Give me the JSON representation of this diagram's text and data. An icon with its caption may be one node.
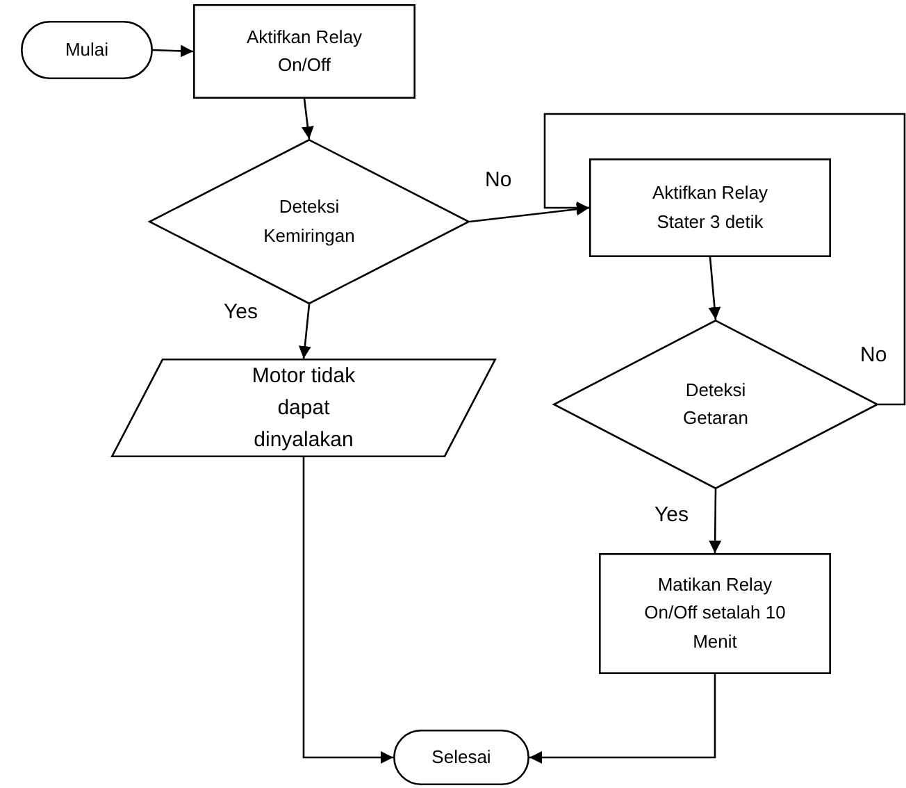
{
  "diagram": {
    "nodes": [
      {
        "text": [
          "Mulai"
        ]
      },
      {
        "text": [
          "Aktifkan Relay On/Off"
        ]
      },
      {
        "text": [
          "Deteksi Kemiringan"
        ]
      },
      {
        "text": [
          "Aktifkan Relay Stater 3 detik"
        ]
      },
      {
        "text": [
          "Deteksi Getaran"
        ]
      },
      {
        "text": [
          "Motor tidak dapat dinyalakan"
        ]
      },
      {
        "text": [
          "Matikan Relay On/Off setalah 10 Menit"
        ]
      },
      {
        "text": [
          "Selesai"
        ]
      }
    ],
    "edges": [
      {
        "from": 0,
        "to": 1,
        "arrow": "to"
      },
      {
        "from": 1,
        "to": 2,
        "arrow": "to"
      },
      {
        "from": 2,
        "to": 3,
        "arrow": "to",
        "label": "No"
      },
      {
        "from": 4,
        "to": 3,
        "arrow": "to",
        "label": "No"
      },
      {
        "from": 2,
        "to": 5,
        "arrow": "to",
        "label": "Yes"
      },
      {
        "from": 3,
        "to": 4,
        "arrow": "to"
      },
      {
        "from": 4,
        "to": 6,
        "arrow": "to",
        "label": "Yes"
      },
      {
        "from": 5,
        "to": 7,
        "arrow": "to"
      },
      {
        "from": 6,
        "to": 7,
        "arrow": "to"
      }
    ]
  }
}
